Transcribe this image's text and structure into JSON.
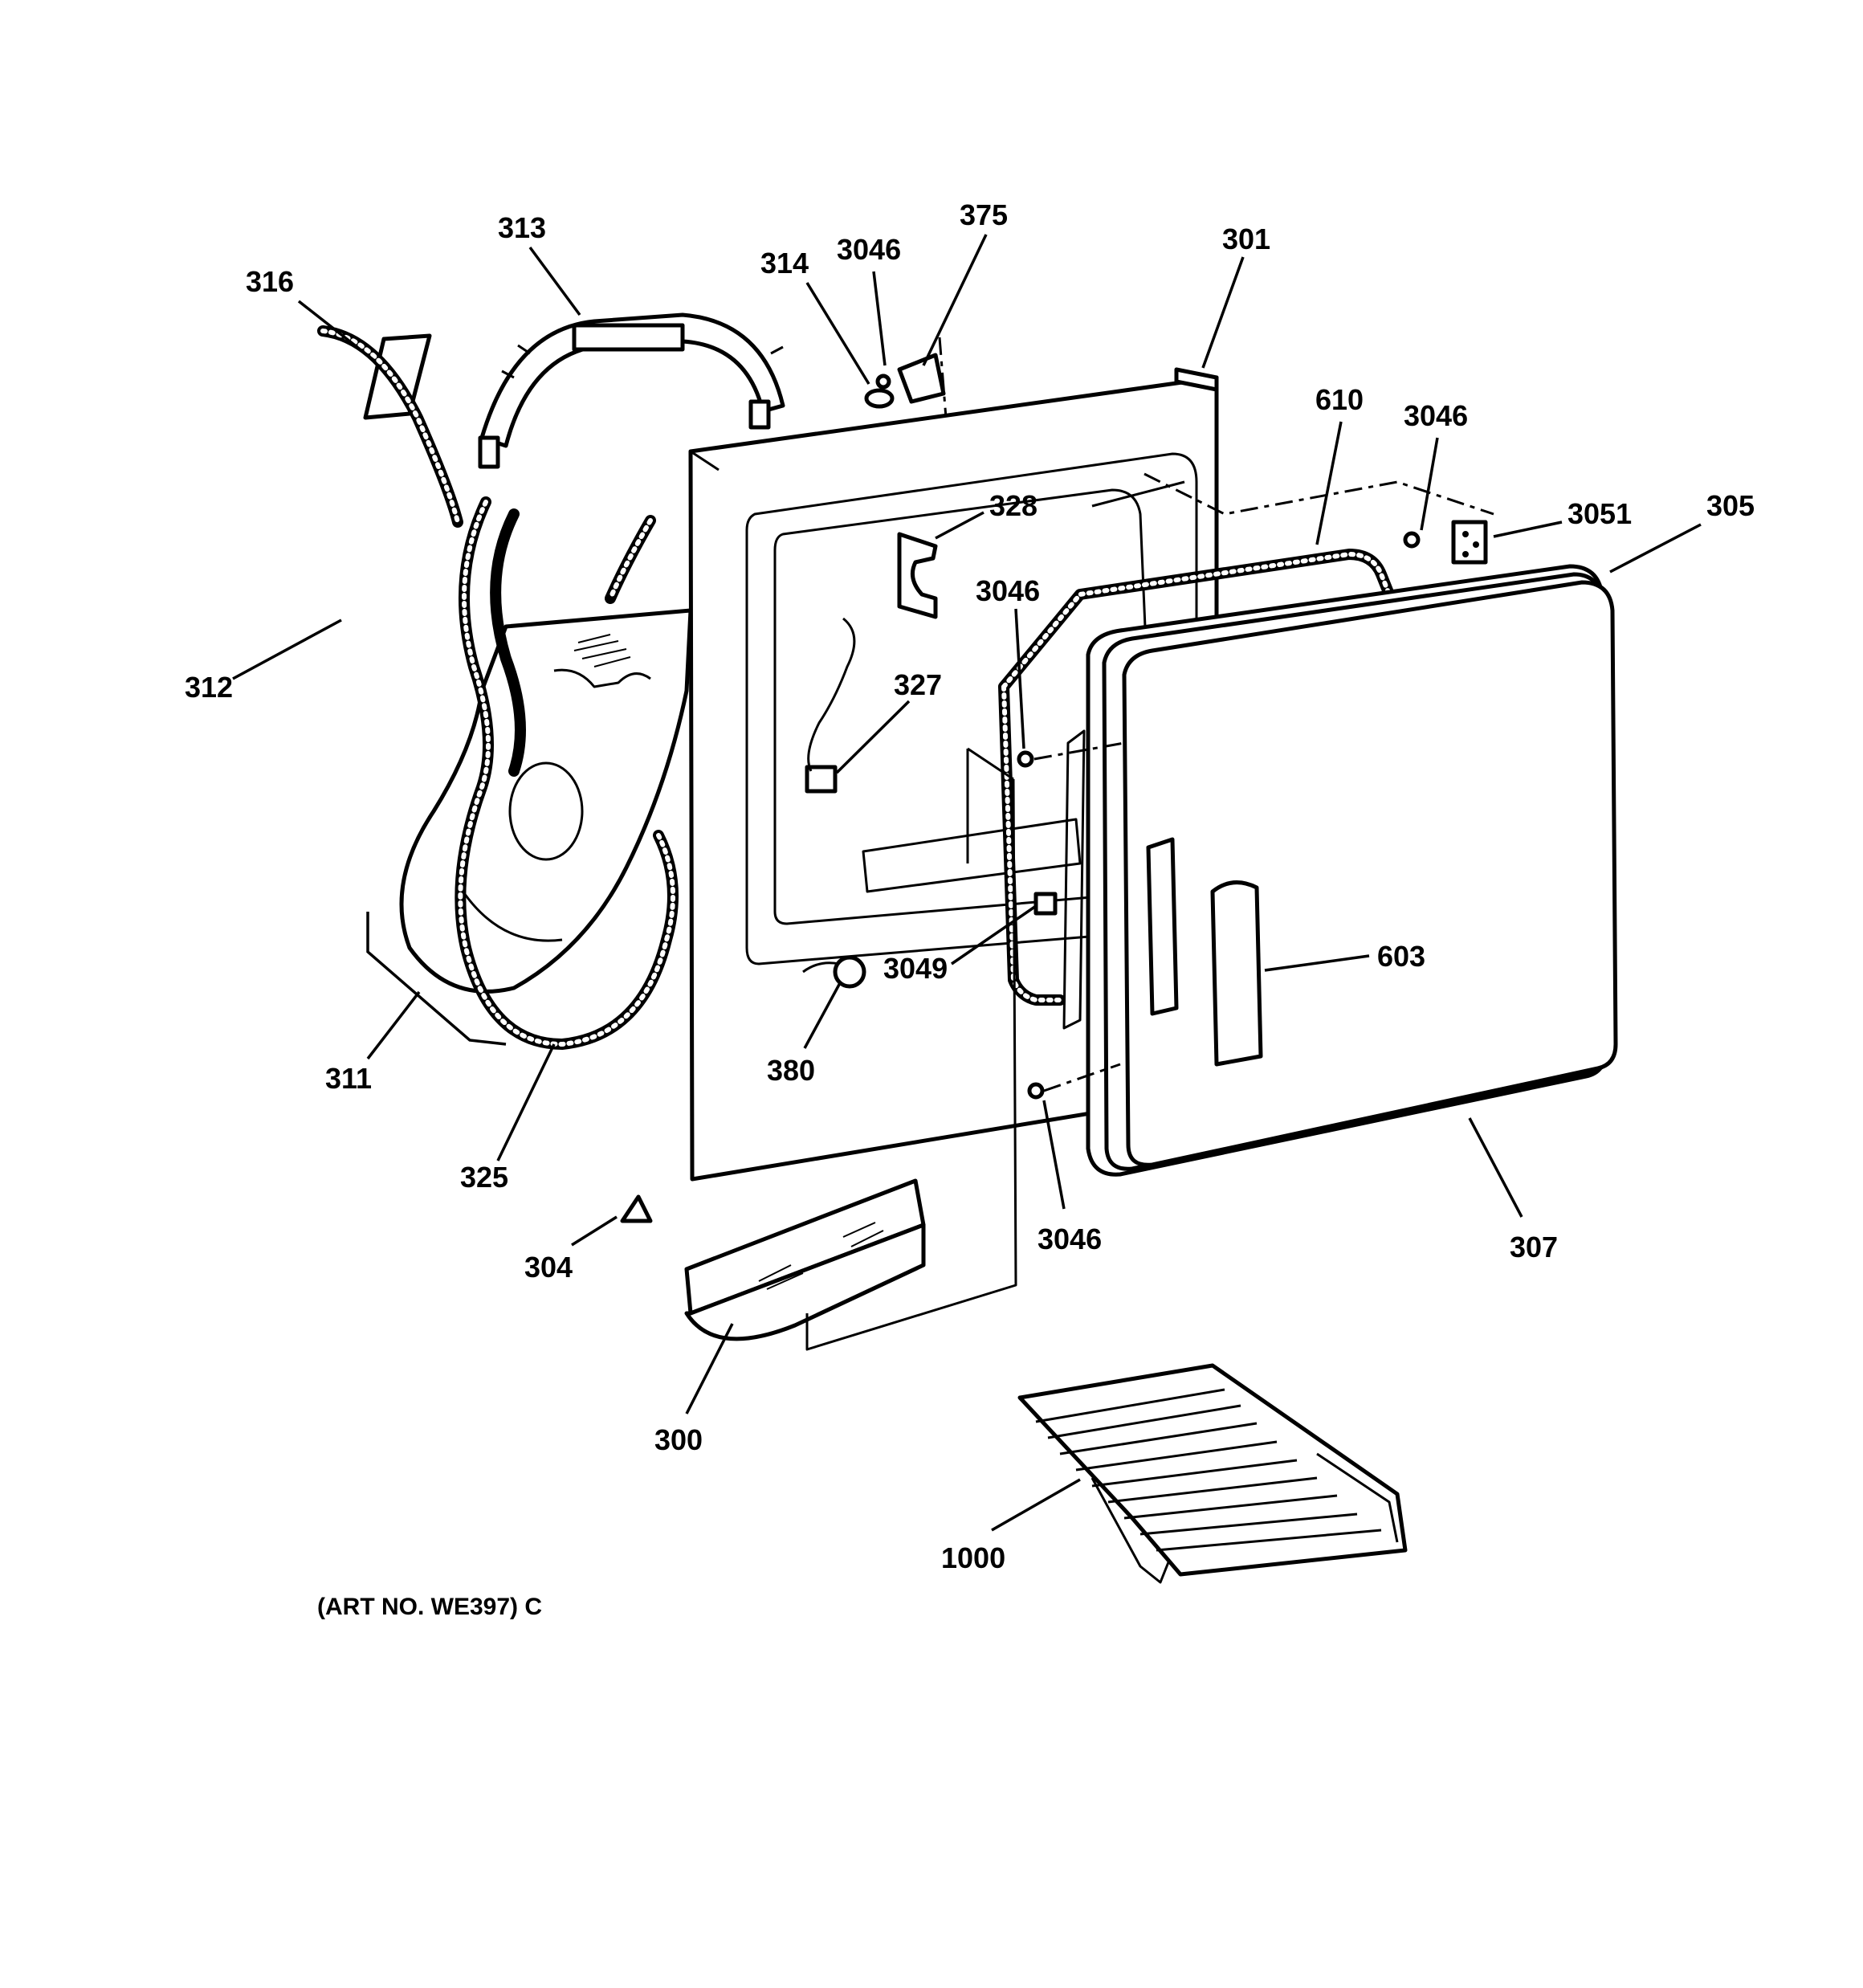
{
  "diagram": {
    "art_number": "(ART NO. WE397) C",
    "callouts": [
      {
        "id": "c316",
        "label": "316"
      },
      {
        "id": "c313",
        "label": "313"
      },
      {
        "id": "c314",
        "label": "314"
      },
      {
        "id": "c3046a",
        "label": "3046"
      },
      {
        "id": "c375",
        "label": "375"
      },
      {
        "id": "c301",
        "label": "301"
      },
      {
        "id": "c610",
        "label": "610"
      },
      {
        "id": "c3046b",
        "label": "3046"
      },
      {
        "id": "c3051",
        "label": "3051"
      },
      {
        "id": "c305",
        "label": "305"
      },
      {
        "id": "c328",
        "label": "328"
      },
      {
        "id": "c3046c",
        "label": "3046"
      },
      {
        "id": "c312",
        "label": "312"
      },
      {
        "id": "c327",
        "label": "327"
      },
      {
        "id": "c603",
        "label": "603"
      },
      {
        "id": "c3049",
        "label": "3049"
      },
      {
        "id": "c380",
        "label": "380"
      },
      {
        "id": "c311",
        "label": "311"
      },
      {
        "id": "c325",
        "label": "325"
      },
      {
        "id": "c3046d",
        "label": "3046"
      },
      {
        "id": "c307",
        "label": "307"
      },
      {
        "id": "c304",
        "label": "304"
      },
      {
        "id": "c300",
        "label": "300"
      },
      {
        "id": "c1000",
        "label": "1000"
      }
    ]
  }
}
